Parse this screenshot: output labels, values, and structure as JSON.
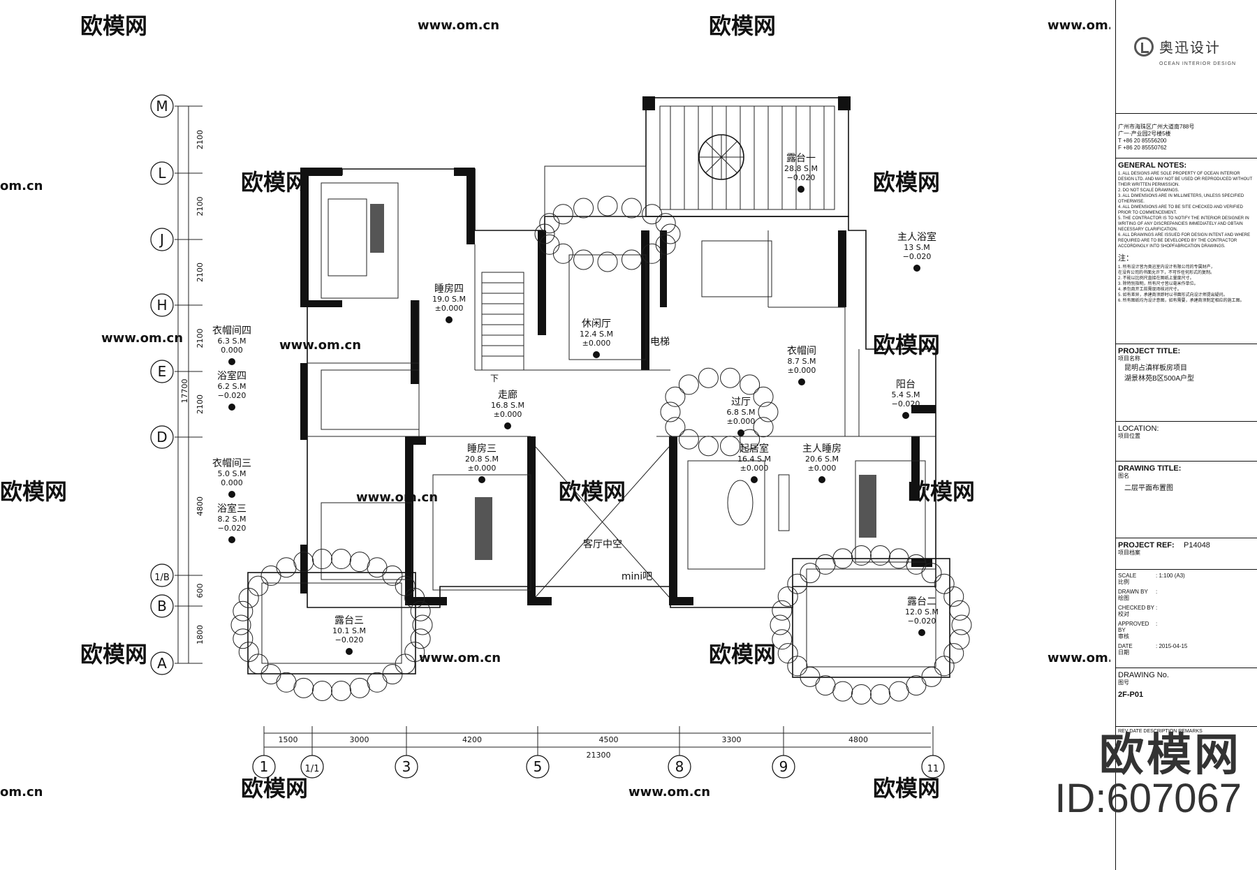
{
  "watermarks": {
    "brand": "欧模网",
    "url": "www.om.cn",
    "url_short": "om.cn"
  },
  "grid": {
    "rows": [
      "M",
      "L",
      "J",
      "H",
      "E",
      "D",
      "1/B",
      "B",
      "A"
    ],
    "cols": [
      "1",
      "1/1",
      "3",
      "5",
      "8",
      "9",
      "11"
    ]
  },
  "dims": {
    "vertical": [
      "2100",
      "2100",
      "2100",
      "2100",
      "2100",
      "4800",
      "600",
      "1800"
    ],
    "vertical_total": "17700",
    "horizontal": [
      "1500",
      "3000",
      "4200",
      "4500",
      "3300",
      "4800"
    ],
    "horizontal_total": "21300"
  },
  "rooms": [
    {
      "name": "露台一",
      "area": "28.8 S.M",
      "level": "−0.020"
    },
    {
      "name": "主人浴室",
      "area": "13 S.M",
      "level": "−0.020"
    },
    {
      "name": "睡房四",
      "area": "19.0 S.M",
      "level": "±0.000"
    },
    {
      "name": "休闲厅",
      "area": "12.4 S.M",
      "level": "±0.000"
    },
    {
      "name": "衣帽间四",
      "area": "6.3 S.M",
      "level": "0.000"
    },
    {
      "name": "电梯",
      "area": "",
      "level": ""
    },
    {
      "name": "衣帽间",
      "area": "8.7 S.M",
      "level": "±0.000"
    },
    {
      "name": "浴室四",
      "area": "6.2 S.M",
      "level": "−0.020"
    },
    {
      "name": "走廊",
      "area": "16.8 S.M",
      "level": "±0.000"
    },
    {
      "name": "过厅",
      "area": "6.8 S.M",
      "level": "±0.000"
    },
    {
      "name": "阳台",
      "area": "5.4 S.M",
      "level": "−0.020"
    },
    {
      "name": "衣帽间三",
      "area": "5.0 S.M",
      "level": "0.000"
    },
    {
      "name": "睡房三",
      "area": "20.8 S.M",
      "level": "±0.000"
    },
    {
      "name": "起居室",
      "area": "16.4 S.M",
      "level": "±0.000"
    },
    {
      "name": "主人睡房",
      "area": "20.6 S.M",
      "level": "±0.000"
    },
    {
      "name": "浴室三",
      "area": "8.2 S.M",
      "level": "−0.020"
    },
    {
      "name": "客厅中空",
      "area": "",
      "level": ""
    },
    {
      "name": "mini吧",
      "area": "",
      "level": ""
    },
    {
      "name": "露台三",
      "area": "10.1 S.M",
      "level": "−0.020"
    },
    {
      "name": "露台二",
      "area": "12.0 S.M",
      "level": "−0.020"
    }
  ],
  "stair_label": "下",
  "titleblock": {
    "logo_name": "奥迅设计",
    "logo_sub": "OCEAN INTERIOR DESIGN",
    "address": [
      "广州市海珠区广州大道南788号",
      "广一·产业园2号楼5楼",
      "T +86 20 85556200",
      "F +86 20 85550762"
    ],
    "general_notes_title": "GENERAL NOTES:",
    "notes_en": [
      "1. ALL DESIGNS ARE SOLE PROPERTY OF OCEAN INTERIOR DESIGN LTD. AND MAY NOT BE USED OR REPRODUCED WITHOUT THEIR WRITTEN PERMISSION.",
      "2. DO NOT SCALE DRAWINGS.",
      "3. ALL DIMENSIONS ARE IN MILLIMETERS, UNLESS SPECIFIED OTHERWISE.",
      "4. ALL DIMENSIONS ARE TO BE SITE CHECKED AND VERIFIED PRIOR TO COMMENCEMENT.",
      "5. THE CONTRACTOR IS TO NOTIFY THE INTERIOR DESIGNER IN WRITING OF ANY DISCREPANCIES IMMEDIATELY AND OBTAIN NECESSARY CLARIFICATION.",
      "6. ALL DRAWINGS ARE ISSUED FOR DESIGN INTENT AND WHERE REQUIRED ARE TO BE DEVELOPED BY THE CONTRACTOR ACCORDINGLY INTO SHOPFABRICATION DRAWINGS."
    ],
    "notes_cn_title": "注：",
    "notes_cn": [
      "1. 所有设计皆为奥迅室内设计有限公司的专属财产，",
      "   在没有公司的书面允许下，不可作任何形式的复制。",
      "2. 不能以比例尺直接在图纸上量度尺寸。",
      "3. 除特别指明，所有尺寸皆以毫米作单位。",
      "4. 承包商开工前需现场核对尺寸。",
      "5. 如有差异，承建商须即时以书面形式向设计师提出疑问。",
      "6. 所有图纸均为设计意图，如有需要，承建商须制定相应的施工图。"
    ],
    "project_title_h": "PROJECT TITLE:",
    "project_title_s": "项目名称",
    "project_title_v": [
      "昆明占滇样板房项目",
      "湖景林苑B区500A户型"
    ],
    "location_h": "LOCATION:",
    "location_s": "项目位置",
    "drawing_title_h": "DRAWING  TITLE:",
    "drawing_title_s": "图名",
    "drawing_title_v": "二层平面布置图",
    "project_ref_h": "PROJECT REF:",
    "project_ref_v": "P14048",
    "project_ref_s": "项目档案",
    "scale_k": "SCALE",
    "scale_s": "比例",
    "scale_v": ":  1:100 (A3)",
    "drawn_k": "DRAWN BY",
    "drawn_s": "绘图",
    "drawn_v": ":",
    "checked_k": "CHECKED BY",
    "checked_s": "校对",
    "checked_v": ":",
    "approved_k": "APPROVED BY",
    "approved_s": "审核",
    "approved_v": ":",
    "date_k": "DATE",
    "date_s": "日期",
    "date_v": ":  2015-04-15",
    "drawing_no_h": "DRAWING No.",
    "drawing_no_s": "图号",
    "drawing_no_v": "2F-P01",
    "revisions_h": "REV  DATE  DESCRIPTION  REMARKS",
    "brand_big": "欧模网",
    "id_big": "ID:607067"
  }
}
